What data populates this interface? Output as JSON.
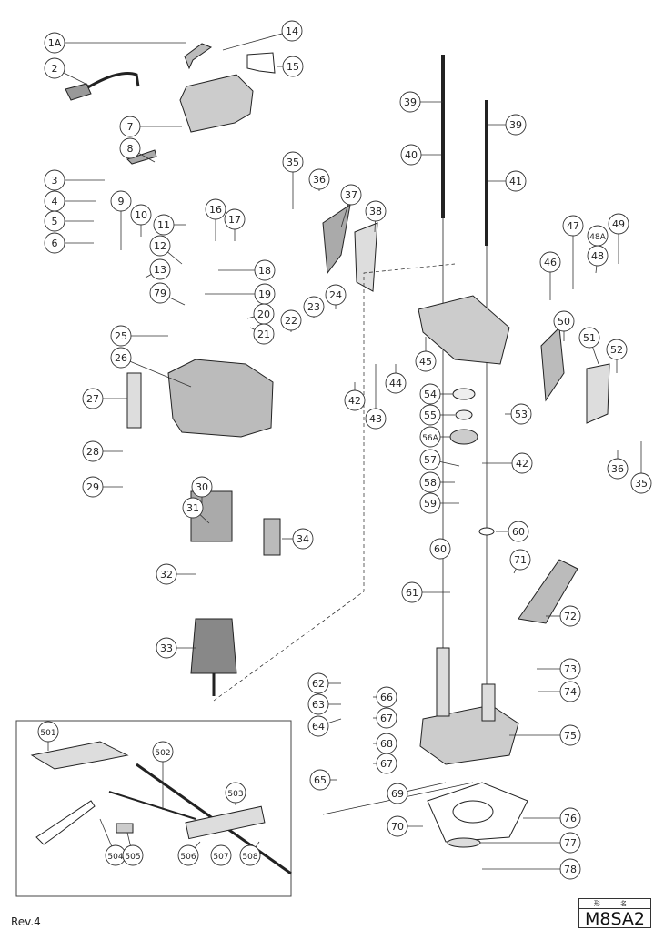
{
  "diagram": {
    "callouts": [
      "1A",
      "14",
      "2",
      "15",
      "7",
      "8",
      "3",
      "4",
      "5",
      "6",
      "9",
      "10",
      "11",
      "12",
      "13",
      "79",
      "16",
      "17",
      "18",
      "19",
      "20",
      "21",
      "22",
      "23",
      "24",
      "25",
      "26",
      "27",
      "28",
      "29",
      "30",
      "31",
      "32",
      "33",
      "34",
      "35",
      "36",
      "37",
      "38",
      "39",
      "40",
      "39",
      "41",
      "42",
      "43",
      "44",
      "45",
      "46",
      "47",
      "48A",
      "48",
      "49",
      "50",
      "51",
      "52",
      "53",
      "54",
      "55",
      "56A",
      "57",
      "58",
      "59",
      "42",
      "36",
      "35",
      "60",
      "60",
      "71",
      "61",
      "72",
      "73",
      "74",
      "75",
      "62",
      "63",
      "64",
      "66",
      "67",
      "68",
      "67",
      "65",
      "69",
      "76",
      "70",
      "77",
      "78",
      "501",
      "502",
      "503",
      "504",
      "505",
      "506",
      "507",
      "508"
    ]
  },
  "footer": {
    "revision": "Rev.4",
    "model_header": "形 名",
    "model": "M8SA2"
  }
}
